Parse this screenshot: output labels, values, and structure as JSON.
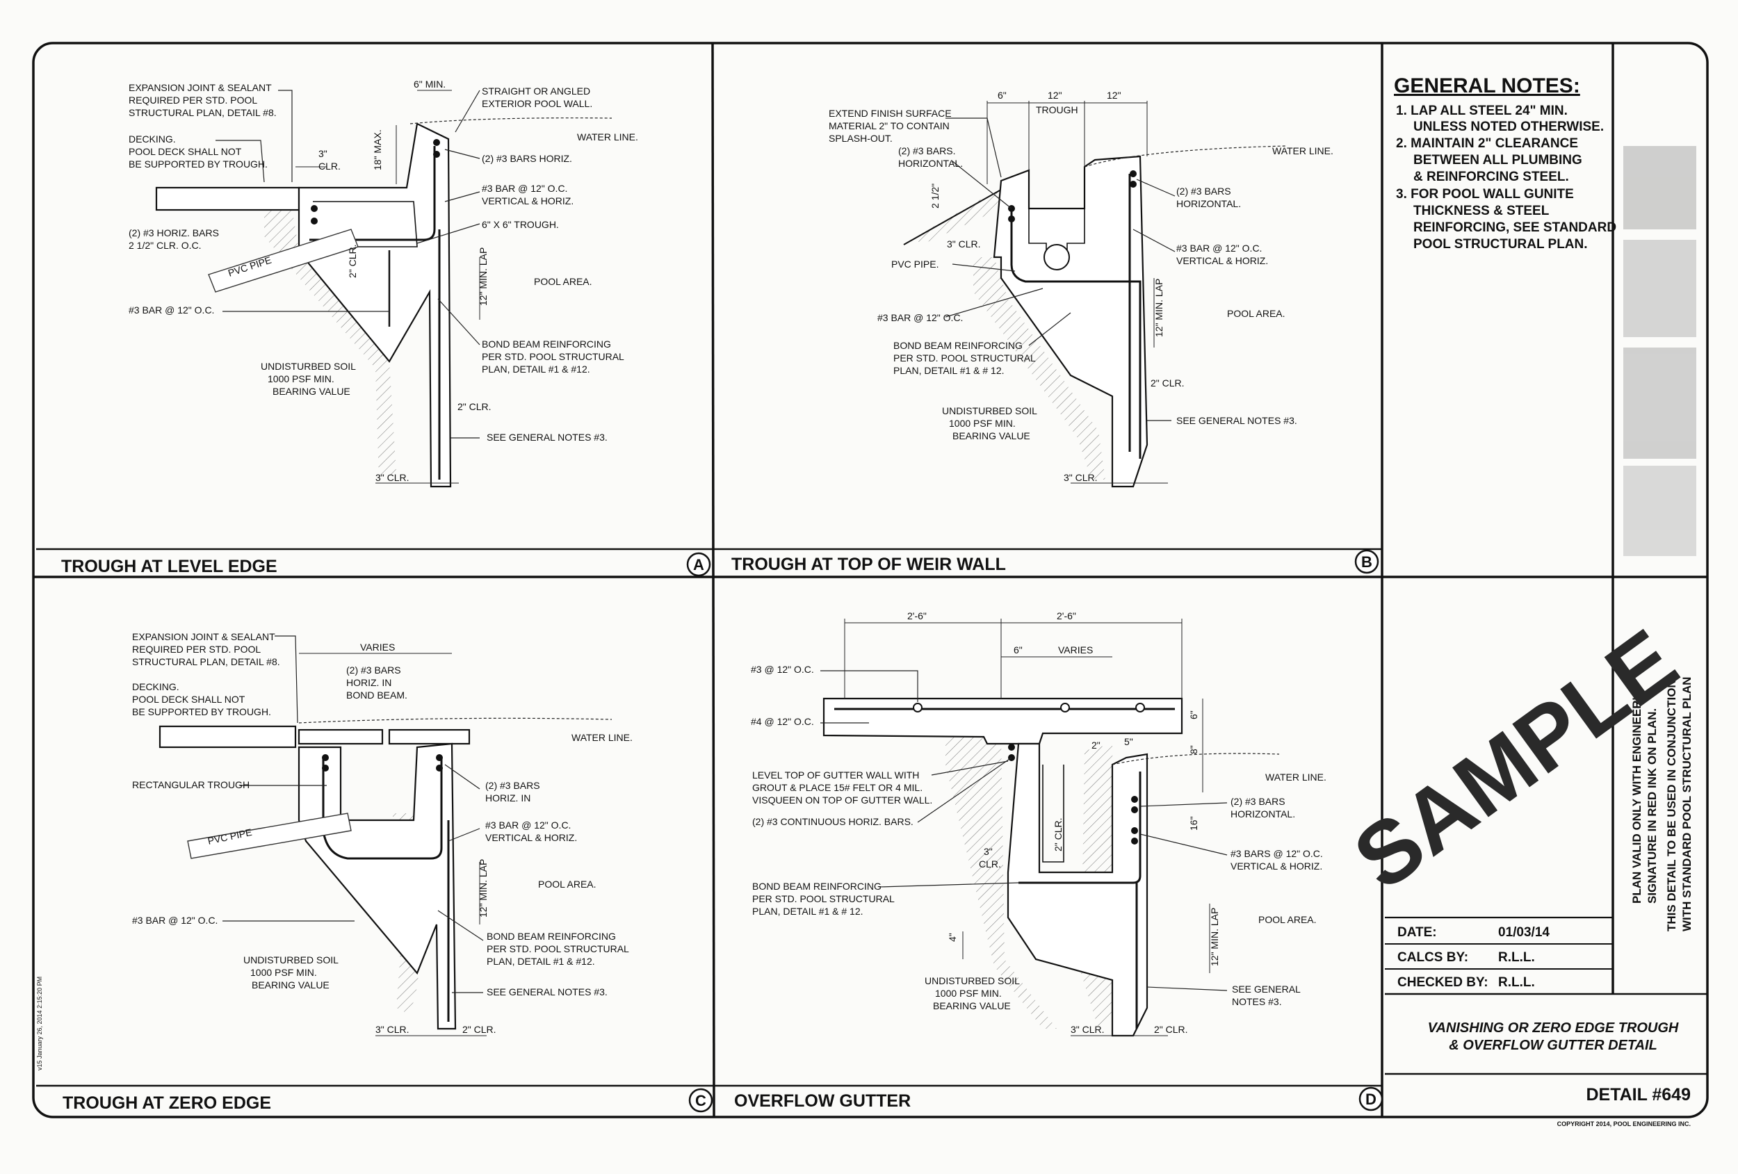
{
  "general_notes": {
    "heading": "GENERAL NOTES:",
    "items": [
      "1. LAP ALL STEEL 24\" MIN.",
      "UNLESS NOTED OTHERWISE.",
      "2. MAINTAIN 2\" CLEARANCE",
      "BETWEEN ALL PLUMBING",
      "& REINFORCING STEEL.",
      "3. FOR POOL WALL GUNITE",
      "THICKNESS & STEEL",
      "REINFORCING, SEE STANDARD",
      "POOL STRUCTURAL PLAN."
    ]
  },
  "stamp_text": "SAMPLE",
  "plan_valid": [
    "PLAN VALID ONLY WITH ENGINEER'S",
    "SIGNATURE IN RED INK ON PLAN.",
    "THIS DETAIL TO BE USED IN CONJUNCTION",
    "WITH STANDARD POOL STRUCTURAL PLAN"
  ],
  "title_block": {
    "date_label": "DATE:",
    "date_value": "01/03/14",
    "calcs_label": "CALCS BY:",
    "calcs_value": "R.L.L.",
    "checked_label": "CHECKED BY:",
    "checked_value": "R.L.L.",
    "description_1": "VANISHING OR ZERO EDGE TROUGH",
    "description_2": "& OVERFLOW GUTTER DETAIL",
    "detail_number": "DETAIL #649",
    "copyright": "COPYRIGHT 2014, POOL ENGINEERING INC."
  },
  "side_code": "v15 January 26, 2014  2:15:20 PM",
  "panels": {
    "a": {
      "title": "TROUGH AT LEVEL EDGE",
      "letter": "A",
      "labels": [
        "EXPANSION JOINT & SEALANT",
        "REQUIRED PER STD. POOL",
        "STRUCTURAL PLAN, DETAIL #8.",
        "DECKING.",
        "POOL DECK SHALL NOT",
        "BE SUPPORTED BY TROUGH.",
        "(2) #3 HORIZ. BARS",
        "2 1/2\" CLR. O.C.",
        "PVC PIPE",
        "#3 BAR @ 12\" O.C.",
        "UNDISTURBED SOIL",
        "1000 PSF MIN.",
        "BEARING VALUE",
        "6\" MIN.",
        "STRAIGHT OR ANGLED",
        "EXTERIOR POOL WALL.",
        "WATER LINE.",
        "(2) #3 BARS HORIZ.",
        "#3 BAR @ 12\" O.C.",
        "VERTICAL & HORIZ.",
        "6\" X 6\" TROUGH.",
        "POOL AREA.",
        "BOND BEAM REINFORCING",
        "PER STD. POOL STRUCTURAL",
        "PLAN, DETAIL #1 & #12.",
        "2\" CLR.",
        "SEE GENERAL NOTES #3.",
        "3\" CLR.",
        "3\"",
        "CLR.",
        "18\" MAX.",
        "2\" CLR.",
        "12\" MIN. LAP"
      ]
    },
    "b": {
      "title": "TROUGH AT TOP OF WEIR WALL",
      "letter": "B",
      "labels": [
        "EXTEND FINISH SURFACE",
        "MATERIAL 2\" TO CONTAIN",
        "SPLASH-OUT.",
        "(2) #3 BARS.",
        "HORIZONTAL.",
        "3\" CLR.",
        "PVC PIPE.",
        "#3 BAR @ 12\" O.C.",
        "BOND BEAM REINFORCING",
        "PER STD. POOL STRUCTURAL",
        "PLAN, DETAIL #1 & # 12.",
        "UNDISTURBED SOIL",
        "1000 PSF MIN.",
        "BEARING VALUE",
        "6\"",
        "12\"",
        "12\"",
        "TROUGH",
        "WATER LINE.",
        "(2) #3 BARS",
        "HORIZONTAL.",
        "#3 BAR @ 12\" O.C.",
        "VERTICAL & HORIZ.",
        "POOL AREA.",
        "2\" CLR.",
        "SEE GENERAL NOTES #3.",
        "3\" CLR.",
        "2 1/2\"",
        "12\" MIN. LAP"
      ]
    },
    "c": {
      "title": "TROUGH AT ZERO EDGE",
      "letter": "C",
      "labels": [
        "EXPANSION JOINT & SEALANT",
        "REQUIRED PER STD. POOL",
        "STRUCTURAL PLAN, DETAIL #8.",
        "DECKING.",
        "POOL DECK SHALL NOT",
        "BE SUPPORTED BY TROUGH.",
        "RECTANGULAR TROUGH",
        "PVC PIPE",
        "#3 BAR @ 12\" O.C.",
        "UNDISTURBED SOIL",
        "1000 PSF MIN.",
        "BEARING VALUE",
        "VARIES",
        "(2) #3 BARS",
        "HORIZ. IN",
        "BOND BEAM.",
        "WATER LINE.",
        "(2) #3 BARS",
        "HORIZ. IN",
        "#3 BAR @ 12\" O.C.",
        "VERTICAL & HORIZ.",
        "POOL AREA.",
        "BOND BEAM REINFORCING",
        "PER STD. POOL STRUCTURAL",
        "PLAN, DETAIL #1 & #12.",
        "SEE GENERAL NOTES #3.",
        "3\" CLR.",
        "2\" CLR.",
        "12\" MIN. LAP"
      ]
    },
    "d": {
      "title": "OVERFLOW GUTTER",
      "letter": "D",
      "labels": [
        "2'-6\"",
        "2'-6\"",
        "6\"",
        "VARIES",
        "#3 @ 12\" O.C.",
        "#4 @ 12\" O.C.",
        "LEVEL TOP OF GUTTER WALL WITH",
        "GROUT & PLACE 15# FELT OR 4 MIL.",
        "VISQUEEN ON TOP OF GUTTER WALL.",
        "(2) #3 CONTINUOUS HORIZ. BARS.",
        "BOND BEAM REINFORCING",
        "PER STD. POOL STRUCTURAL",
        "PLAN, DETAIL #1 & # 12.",
        "UNDISTURBED SOIL",
        "1000 PSF MIN.",
        "BEARING VALUE",
        "WATER LINE.",
        "(2) #3 BARS",
        "HORIZONTAL.",
        "#3 BARS @ 12\" O.C.",
        "VERTICAL & HORIZ.",
        "POOL AREA.",
        "SEE GENERAL",
        "NOTES #3.",
        "3\" CLR.",
        "2\" CLR.",
        "6\"",
        "8\"",
        "2\"",
        "5\"",
        "16\"",
        "3\"",
        "CLR.",
        "2\" CLR.",
        "4\"",
        "12\" MIN. LAP"
      ]
    }
  }
}
